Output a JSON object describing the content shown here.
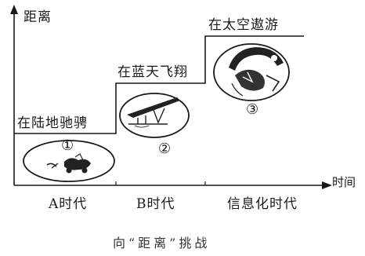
{
  "diagram": {
    "y_axis_label": "距离",
    "x_axis_label": "时间",
    "stages": [
      {
        "label": "在陆地驰骋",
        "number": "①"
      },
      {
        "label": "在蓝天飞翔",
        "number": "②"
      },
      {
        "label": "在太空遨游",
        "number": "③"
      }
    ],
    "eras": [
      "A时代",
      "B时代",
      "信息化时代"
    ],
    "caption": "向“距离”挑战"
  },
  "colors": {
    "ink": "#1a1a1a",
    "background": "#ffffff"
  },
  "icons": [
    "car-icon",
    "airplane-icon",
    "spacecraft-icon"
  ]
}
